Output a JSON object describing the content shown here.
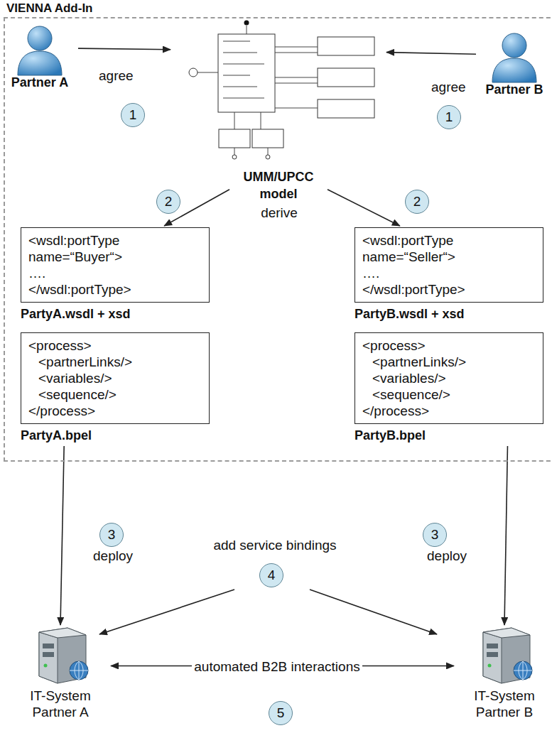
{
  "diagram": {
    "nodes": [
      {
        "text": [
          "VIENNA Add-In"
        ]
      },
      {
        "text": [
          "Partner A"
        ],
        "in": 0
      },
      {
        "text": [
          "UMM/UPCC model"
        ],
        "in": 0
      },
      {
        "text": [
          "Partner B"
        ],
        "in": 0
      },
      {
        "text": [
          "<wsdl:portType name=“Buyer“> …. </wsdl:portType>",
          "PartyA.wsdl + xsd"
        ],
        "in": 0
      },
      {
        "text": [
          "<wsdl:portType name=“Seller“> …. </wsdl:portType>",
          "PartyB.wsdl + xsd"
        ],
        "in": 0
      },
      {
        "text": [
          "<process> <partnerLinks/> <variables/> <sequence/> </process>",
          "PartyA.bpel"
        ],
        "in": 0
      },
      {
        "text": [
          "<process> <partnerLinks/> <variables/> <sequence/> </process>",
          "PartyB.bpel"
        ],
        "in": 0
      },
      {
        "text": [
          "IT-System Partner A"
        ]
      },
      {
        "text": [
          "IT-System Partner B"
        ]
      }
    ],
    "edges": [
      {
        "from": 1,
        "to": 2,
        "arrow": "to",
        "label": "agree"
      },
      {
        "from": 3,
        "to": 2,
        "arrow": "to",
        "label": "agree"
      },
      {
        "from": 2,
        "to": 4,
        "arrow": "to"
      },
      {
        "from": 2,
        "to": 5,
        "arrow": "to"
      },
      {
        "from": 6,
        "to": 8,
        "arrow": "to",
        "label": "deploy"
      },
      {
        "from": 7,
        "to": 9,
        "arrow": "to",
        "label": "deploy"
      },
      {
        "from": 8,
        "to": 9,
        "arrow": "both",
        "label": "automated B2B interactions"
      }
    ],
    "labels": [
      "1",
      "1",
      "2",
      "2",
      "derive",
      "3",
      "3",
      "add service bindings",
      "4",
      "5"
    ]
  }
}
